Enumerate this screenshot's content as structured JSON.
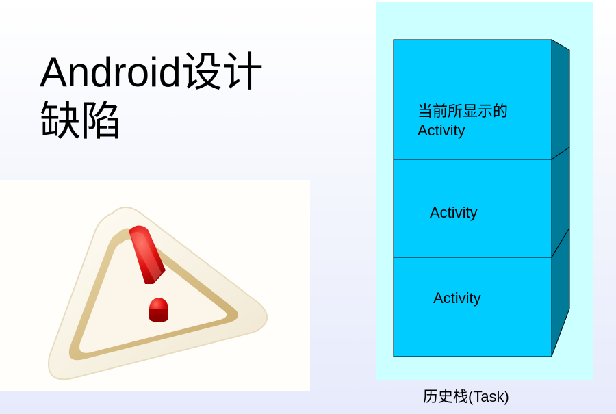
{
  "slide": {
    "title_line1": "Android设计",
    "title_line2": "缺陷"
  },
  "stack": {
    "top_label_line1": "当前所显示的",
    "top_label_line2": "Activity",
    "middle_label": "Activity",
    "bottom_label": "Activity",
    "caption": "历史栈(Task)"
  },
  "colors": {
    "panel_bg": "#ccffff",
    "block_front": "#00ccff",
    "block_side": "#007a99",
    "warning_mark": "#e01010"
  },
  "icons": {
    "warning": "warning-triangle-icon"
  }
}
